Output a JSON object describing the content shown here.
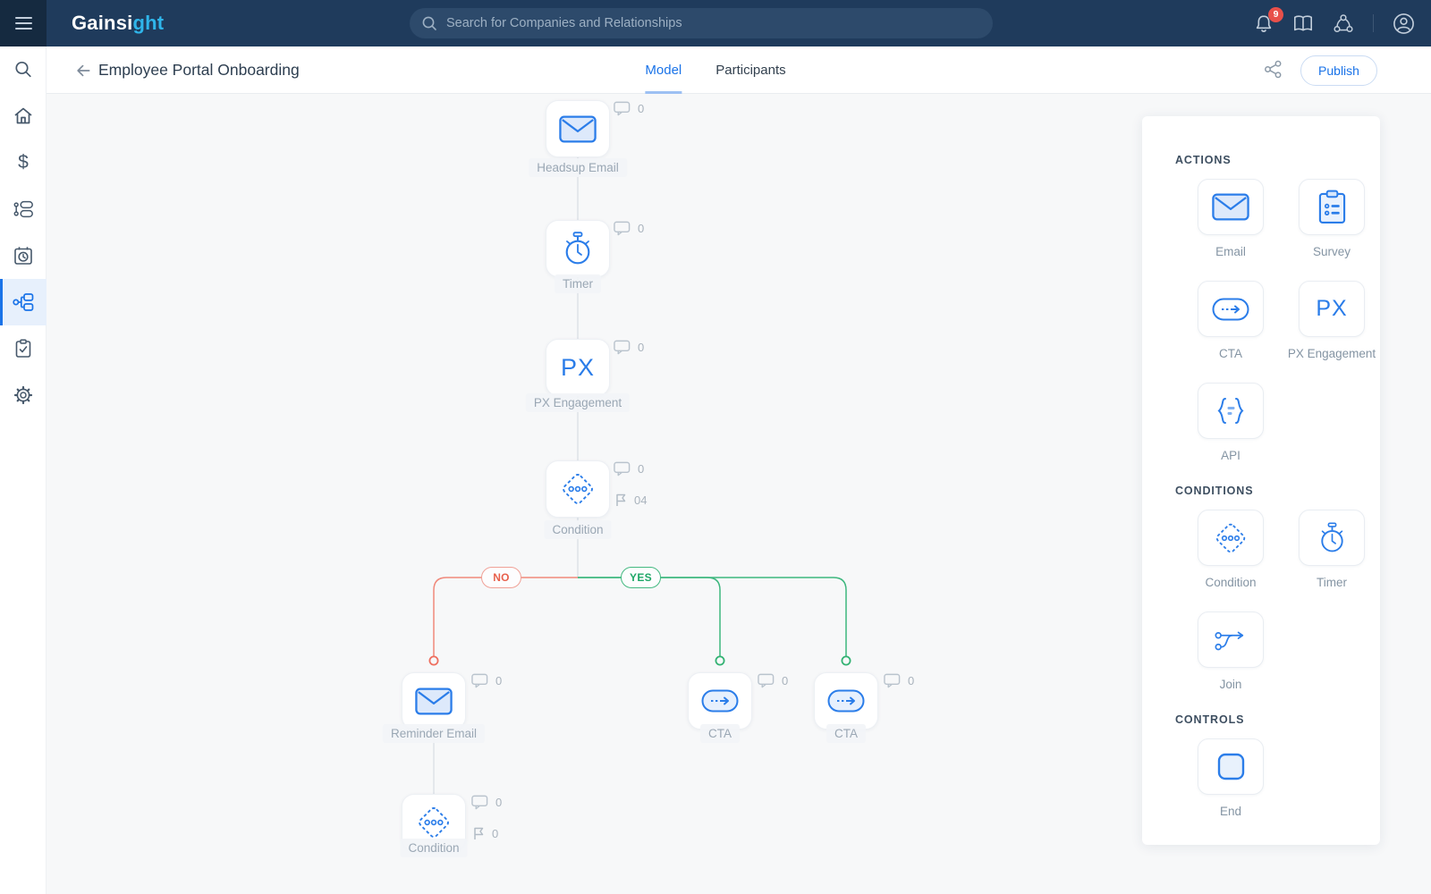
{
  "topbar": {
    "logo_prefix": "Gainsi",
    "logo_suffix": "ght",
    "search_placeholder": "Search for Companies and Relationships",
    "notification_count": "9",
    "icons": [
      "notifications-bell",
      "knowledge-book",
      "community-network",
      "profile-avatar"
    ]
  },
  "header": {
    "title": "Employee Portal Onboarding",
    "tabs": [
      {
        "label": "Model",
        "active": true
      },
      {
        "label": "Participants",
        "active": false
      }
    ],
    "publish_label": "Publish"
  },
  "sidebar": {
    "items": [
      "search",
      "home",
      "revenue",
      "rules",
      "scheduler",
      "journey-orchestrator",
      "surveys",
      "settings"
    ],
    "active_item": "journey-orchestrator"
  },
  "icons": {
    "px_text": "PX",
    "dollar": "$"
  },
  "canvas": {
    "branch_no": "NO",
    "branch_yes": "YES",
    "nodes": [
      {
        "label": "Headsup Email",
        "type": "email",
        "comments": "0"
      },
      {
        "label": "Timer",
        "type": "timer",
        "comments": "0"
      },
      {
        "label": "PX Engagement",
        "type": "px",
        "comments": "0"
      },
      {
        "label": "Condition",
        "type": "condition",
        "comments": "0",
        "flag_count": "04"
      },
      {
        "label": "Reminder Email",
        "type": "email",
        "comments": "0"
      },
      {
        "label": "CTA",
        "type": "cta",
        "comments": "0"
      },
      {
        "label": "CTA",
        "type": "cta",
        "comments": "0"
      },
      {
        "label": "Condition",
        "type": "condition",
        "comments": "0",
        "flag_count": "0"
      }
    ]
  },
  "palette": {
    "sections": [
      {
        "title": "ACTIONS",
        "items": [
          {
            "label": "Email"
          },
          {
            "label": "Survey"
          },
          {
            "label": "CTA"
          },
          {
            "label": "PX Engagement"
          },
          {
            "label": "API"
          }
        ]
      },
      {
        "title": "CONDITIONS",
        "items": [
          {
            "label": "Condition"
          },
          {
            "label": "Timer"
          },
          {
            "label": "Join"
          }
        ]
      },
      {
        "title": "CONTROLS",
        "items": [
          {
            "label": "End"
          }
        ]
      }
    ]
  },
  "colors": {
    "accent": "#1a73e8",
    "icon_blue": "#2b7de9",
    "topbar_bg": "#1f3b5c",
    "branch_no": "#e8604c",
    "branch_yes": "#2eb272",
    "badge_red": "#e8504a"
  }
}
